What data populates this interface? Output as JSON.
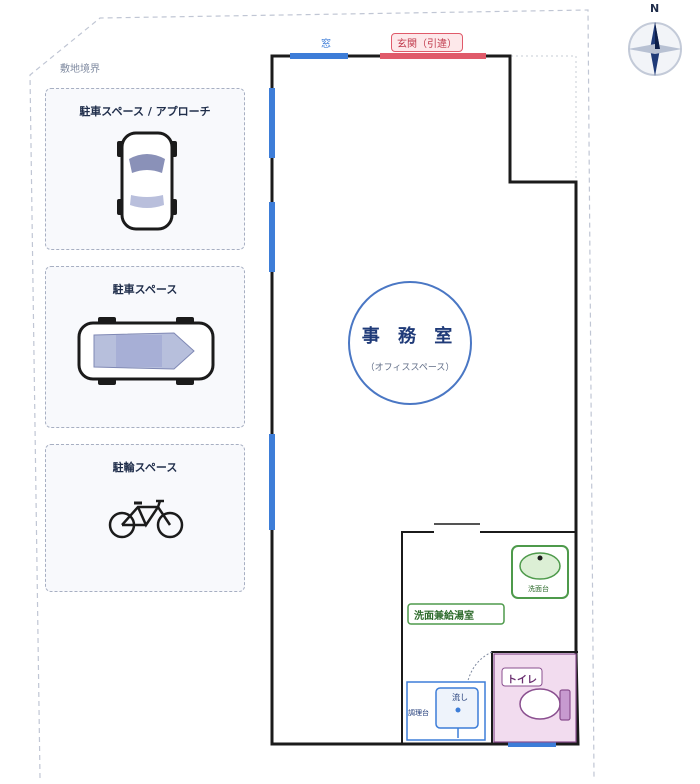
{
  "site_boundary_label": "敷地境界",
  "compass": {
    "north_label": "N"
  },
  "parking": {
    "approach_label": "駐車スペース / アプローチ",
    "car_space_label": "駐車スペース",
    "bicycle_label": "駐輪スペース"
  },
  "openings": {
    "window_label": "窓",
    "entrance_label": "玄関（引違）"
  },
  "rooms": {
    "office_title": "事 務 室",
    "office_subtitle": "（オフィススペース）",
    "utility_label": "洗面兼給湯室",
    "toilet_label": "トイレ",
    "washbasin_label": "洗面台",
    "sink_label": "流し",
    "kitchen_counter_label": "調理台"
  },
  "colors": {
    "wall": "#1b1b1b",
    "window": "#3d7dd8",
    "entrance": "#e05a6a",
    "office_circle": "#4a77c4",
    "washbasin_green": "#4e9a4b",
    "toilet_fill": "#f2dcef",
    "toilet_stroke": "#8a4f8f",
    "dashed": "#a7afc2"
  }
}
